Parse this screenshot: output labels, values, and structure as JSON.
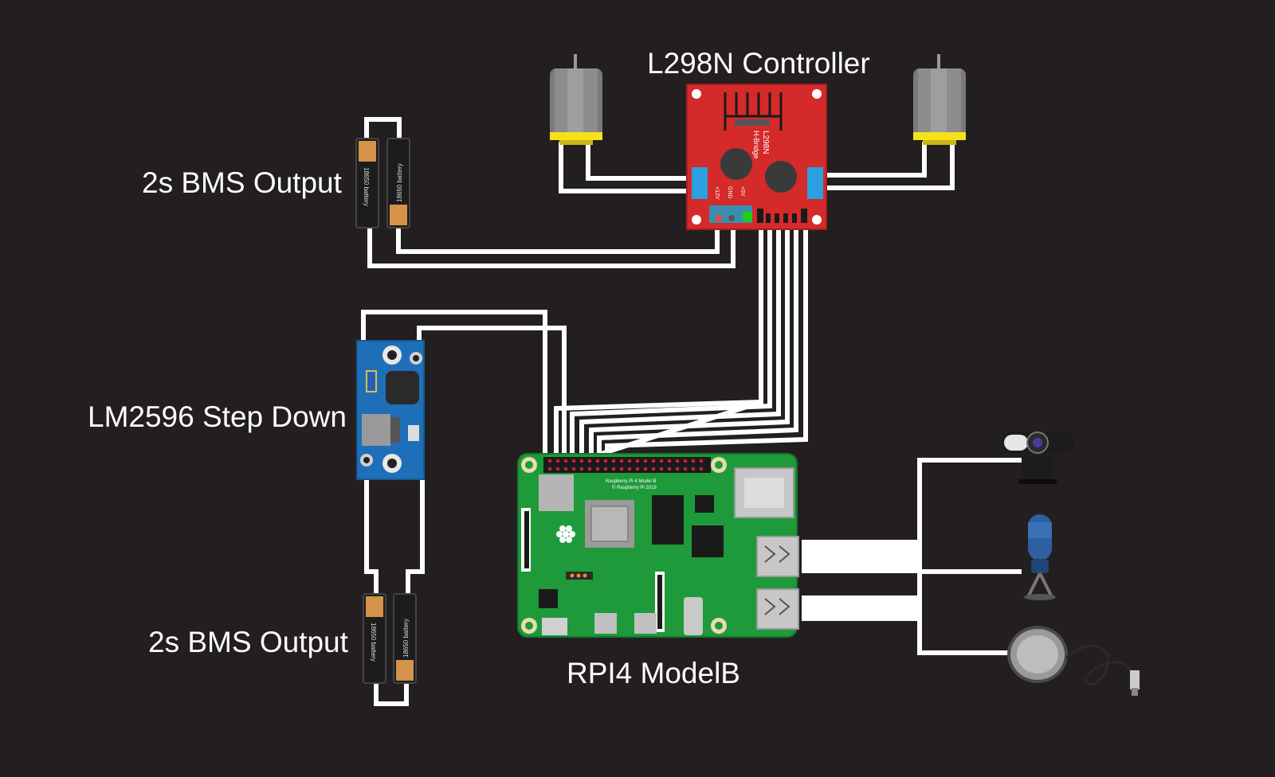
{
  "labels": {
    "controller": "L298N Controller",
    "bms_top": "2s BMS Output",
    "step_down": "LM2596 Step Down",
    "bms_bottom": "2s BMS Output",
    "rpi": "RPI4 ModelB"
  },
  "board_text": {
    "l298n_chip": "L298N",
    "l298n_sub": "H-Bridge",
    "pin_12v": "+12V",
    "pin_gnd": "GND",
    "pin_5v": "+5V",
    "battery": "18650 battery",
    "rpi_silk_1": "Raspberry Pi 4 Model B",
    "rpi_silk_2": "© Raspberry Pi 2018"
  },
  "colors": {
    "background": "#231f20",
    "wire": "#ffffff",
    "l298n_board": "#d42a2a",
    "lm2596_board": "#1f6fb8",
    "rpi_board": "#1e9a3a",
    "terminal_block": "#2aa0e0",
    "motor_body": "#8c8c8c",
    "motor_band": "#f5e11a"
  },
  "icons": [
    "dc-motor-icon",
    "battery-icon",
    "webcam-icon",
    "microphone-icon",
    "usb-speaker-icon"
  ]
}
